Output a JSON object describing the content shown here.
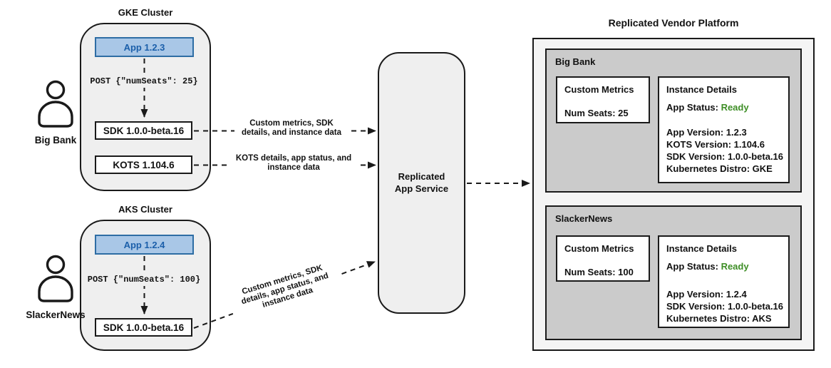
{
  "actors": [
    {
      "name": "Big Bank"
    },
    {
      "name": "SlackerNews"
    }
  ],
  "clusters": [
    {
      "title": "GKE Cluster",
      "app_label": "App 1.2.3",
      "post_call": "POST {\"numSeats\": 25}",
      "sdk_label": "SDK 1.0.0-beta.16",
      "kots_label": "KOTS 1.104.6"
    },
    {
      "title": "AKS Cluster",
      "app_label": "App 1.2.4",
      "post_call": "POST {\"numSeats\": 100}",
      "sdk_label": "SDK 1.0.0-beta.16"
    }
  ],
  "service": {
    "line1": "Replicated",
    "line2": "App Service"
  },
  "edges": {
    "gke_sdk_to_service": {
      "line1": "Custom metrics, SDK",
      "line2": "details, and instance data"
    },
    "gke_kots_to_service": {
      "line1": "KOTS details, app status, and",
      "line2": "instance data"
    },
    "aks_sdk_to_service": {
      "line1": "Custom metrics, SDK",
      "line2": "details, app status, and",
      "line3": "instance data"
    }
  },
  "platform": {
    "title": "Replicated Vendor Platform",
    "customers": [
      {
        "name": "Big Bank",
        "metrics": {
          "title": "Custom Metrics",
          "value": "Num Seats: 25"
        },
        "details": {
          "title": "Instance Details",
          "status_label": "App Status: ",
          "status_value": "Ready",
          "line1": "App Version: 1.2.3",
          "line2": "KOTS Version: 1.104.6",
          "line3": "SDK Version: 1.0.0-beta.16",
          "line4": "Kubernetes Distro: GKE"
        }
      },
      {
        "name": "SlackerNews",
        "metrics": {
          "title": "Custom Metrics",
          "value": "Num Seats: 100"
        },
        "details": {
          "title": "Instance Details",
          "status_label": "App Status: ",
          "status_value": "Ready",
          "line1": "App Version: 1.2.4",
          "line2": "SDK Version: 1.0.0-beta.16",
          "line3": "Kubernetes Distro: AKS"
        }
      }
    ]
  },
  "colors": {
    "cluster_fill": "#efefef",
    "section_fill": "#cbcbcb",
    "platform_fill": "#f4f4f4",
    "app_fill": "#a9c7e7",
    "app_border": "#2e6da4",
    "app_text": "#1b5faa",
    "status_green": "#3e8e26",
    "line_black": "#1a1a1a"
  }
}
